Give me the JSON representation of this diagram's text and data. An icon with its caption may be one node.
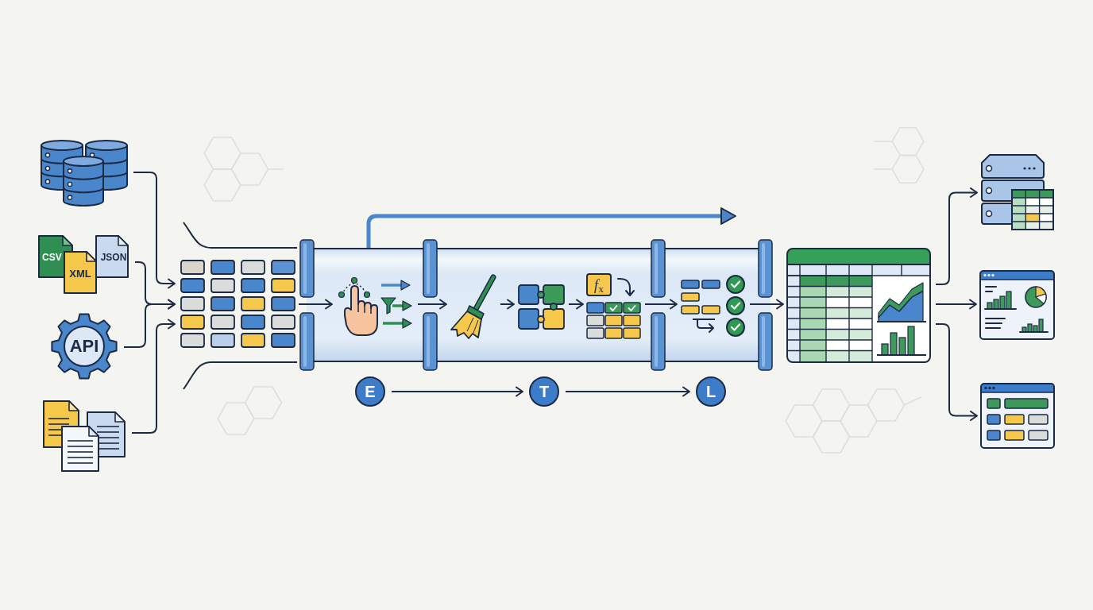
{
  "diagram": {
    "nodes": [
      {
        "text": [],
        "shape": "cylinder"
      },
      {
        "text": [
          "CSV",
          "XML",
          "JSON"
        ]
      },
      {
        "text": [
          "API"
        ]
      },
      {
        "text": [],
        "shape": "picture"
      },
      {
        "text": [],
        "shape": "table"
      },
      {
        "text": [],
        "shape": "pipe"
      },
      {
        "text": [],
        "shape": "picture",
        "in": 5
      },
      {
        "text": [],
        "shape": "picture",
        "in": 5
      },
      {
        "text": [],
        "shape": "picture",
        "in": 5
      },
      {
        "text": [
          "*f*$_{x}$"
        ],
        "in": 5
      },
      {
        "text": [],
        "shape": "picture",
        "in": 5
      },
      {
        "text": [
          "E"
        ]
      },
      {
        "text": [
          "T"
        ]
      },
      {
        "text": [
          "L"
        ]
      },
      {
        "text": [],
        "shape": "picture"
      },
      {
        "text": [],
        "shape": "picture"
      },
      {
        "text": [],
        "shape": "picture"
      },
      {
        "text": [],
        "shape": "picture"
      }
    ],
    "edges": [
      {
        "from": 0,
        "to": 4,
        "arrow": "to"
      },
      {
        "from": 1,
        "to": 4,
        "arrow": "to"
      },
      {
        "from": 2,
        "to": 4,
        "arrow": "to"
      },
      {
        "from": 3,
        "to": 4,
        "arrow": "to"
      },
      {
        "from": 4,
        "to": 6,
        "arrow": "to"
      },
      {
        "from": 6,
        "to": 7,
        "arrow": "to"
      },
      {
        "from": 7,
        "to": 8,
        "arrow": "to"
      },
      {
        "from": 8,
        "to": 9,
        "arrow": "to"
      },
      {
        "from": 9,
        "to": 10,
        "arrow": "to"
      },
      {
        "from": 10,
        "to": 14,
        "arrow": "to"
      },
      {
        "from": 5,
        "to": null,
        "arrow": "to",
        "style": "thick",
        "color": "#4a86cc"
      },
      {
        "from": 11,
        "to": 12,
        "arrow": "to"
      },
      {
        "from": 12,
        "to": 13,
        "arrow": "to"
      },
      {
        "from": 14,
        "to": 15,
        "arrow": "to"
      },
      {
        "from": 14,
        "to": 16,
        "arrow": "to"
      },
      {
        "from": 14,
        "to": 17,
        "arrow": "to"
      }
    ]
  }
}
